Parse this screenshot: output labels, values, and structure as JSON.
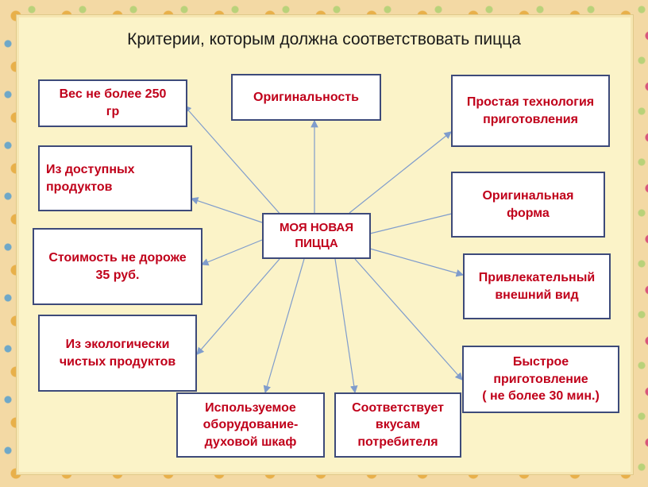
{
  "title": "Критерии, которым должна соответствовать пицца",
  "center": "МОЯ НОВАЯ\nПИЦЦА",
  "criteria": {
    "weight": "Вес не более 250\nгр",
    "originality": "Оригинальность",
    "simple_tech": "Простая технология\nприготовления",
    "available_products": "Из доступных\nпродуктов",
    "original_shape": "Оригинальная\nформа",
    "cost": "Стоимость не дороже\n35 руб.",
    "attractive_look": "Привлекательный\nвнешний вид",
    "eco_products": "Из экологически\nчистых продуктов",
    "fast_cooking": "Быстрое\nприготовление\n( не более 30 мин.)",
    "equipment": "Используемое\nоборудование-\nдуховой шкаф",
    "consumer_taste": "Соответствует\nвкусам\nпотребителя"
  },
  "colors": {
    "text": "#c0001a",
    "border": "#3d4a7a",
    "arrow": "#7f9ccc"
  }
}
